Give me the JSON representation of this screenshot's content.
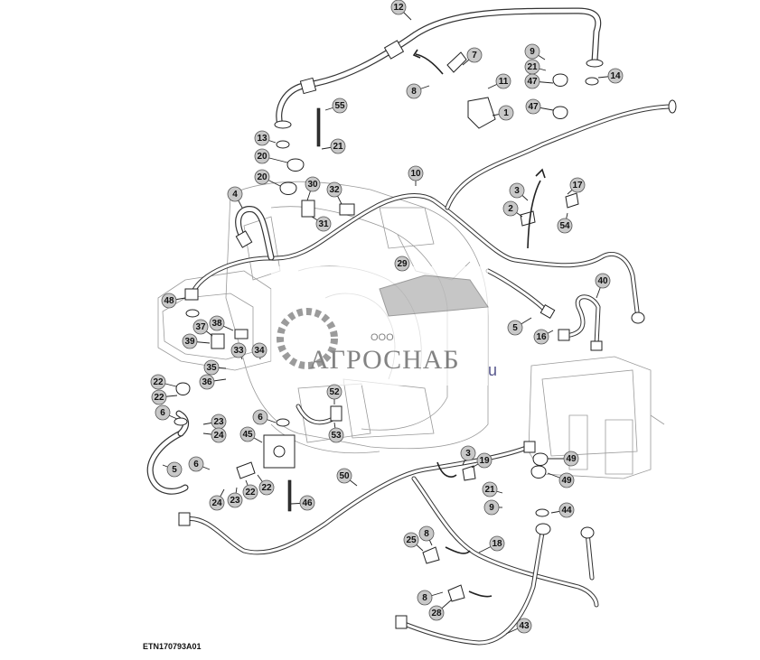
{
  "diagram_id": "ETN170793A01",
  "watermark": {
    "prefix": "ООО",
    "brand": "АГРОСНАБ",
    "suffix": "u"
  },
  "callouts": [
    {
      "label": "12"
    },
    {
      "label": "7"
    },
    {
      "label": "9"
    },
    {
      "label": "21"
    },
    {
      "label": "47"
    },
    {
      "label": "14"
    },
    {
      "label": "8"
    },
    {
      "label": "11"
    },
    {
      "label": "1"
    },
    {
      "label": "47"
    },
    {
      "label": "55"
    },
    {
      "label": "13"
    },
    {
      "label": "21"
    },
    {
      "label": "20"
    },
    {
      "label": "20"
    },
    {
      "label": "10"
    },
    {
      "label": "17"
    },
    {
      "label": "3"
    },
    {
      "label": "2"
    },
    {
      "label": "54"
    },
    {
      "label": "4"
    },
    {
      "label": "30"
    },
    {
      "label": "32"
    },
    {
      "label": "31"
    },
    {
      "label": "29"
    },
    {
      "label": "48"
    },
    {
      "label": "40"
    },
    {
      "label": "5"
    },
    {
      "label": "16"
    },
    {
      "label": "37"
    },
    {
      "label": "38"
    },
    {
      "label": "39"
    },
    {
      "label": "33"
    },
    {
      "label": "34"
    },
    {
      "label": "35"
    },
    {
      "label": "36"
    },
    {
      "label": "22"
    },
    {
      "label": "22"
    },
    {
      "label": "6"
    },
    {
      "label": "23"
    },
    {
      "label": "24"
    },
    {
      "label": "52"
    },
    {
      "label": "53"
    },
    {
      "label": "6"
    },
    {
      "label": "45"
    },
    {
      "label": "5"
    },
    {
      "label": "6"
    },
    {
      "label": "22"
    },
    {
      "label": "24"
    },
    {
      "label": "23"
    },
    {
      "label": "22"
    },
    {
      "label": "46"
    },
    {
      "label": "50"
    },
    {
      "label": "3"
    },
    {
      "label": "19"
    },
    {
      "label": "49"
    },
    {
      "label": "49"
    },
    {
      "label": "21"
    },
    {
      "label": "9"
    },
    {
      "label": "44"
    },
    {
      "label": "25"
    },
    {
      "label": "8"
    },
    {
      "label": "18"
    },
    {
      "label": "8"
    },
    {
      "label": "28"
    },
    {
      "label": "43"
    }
  ]
}
